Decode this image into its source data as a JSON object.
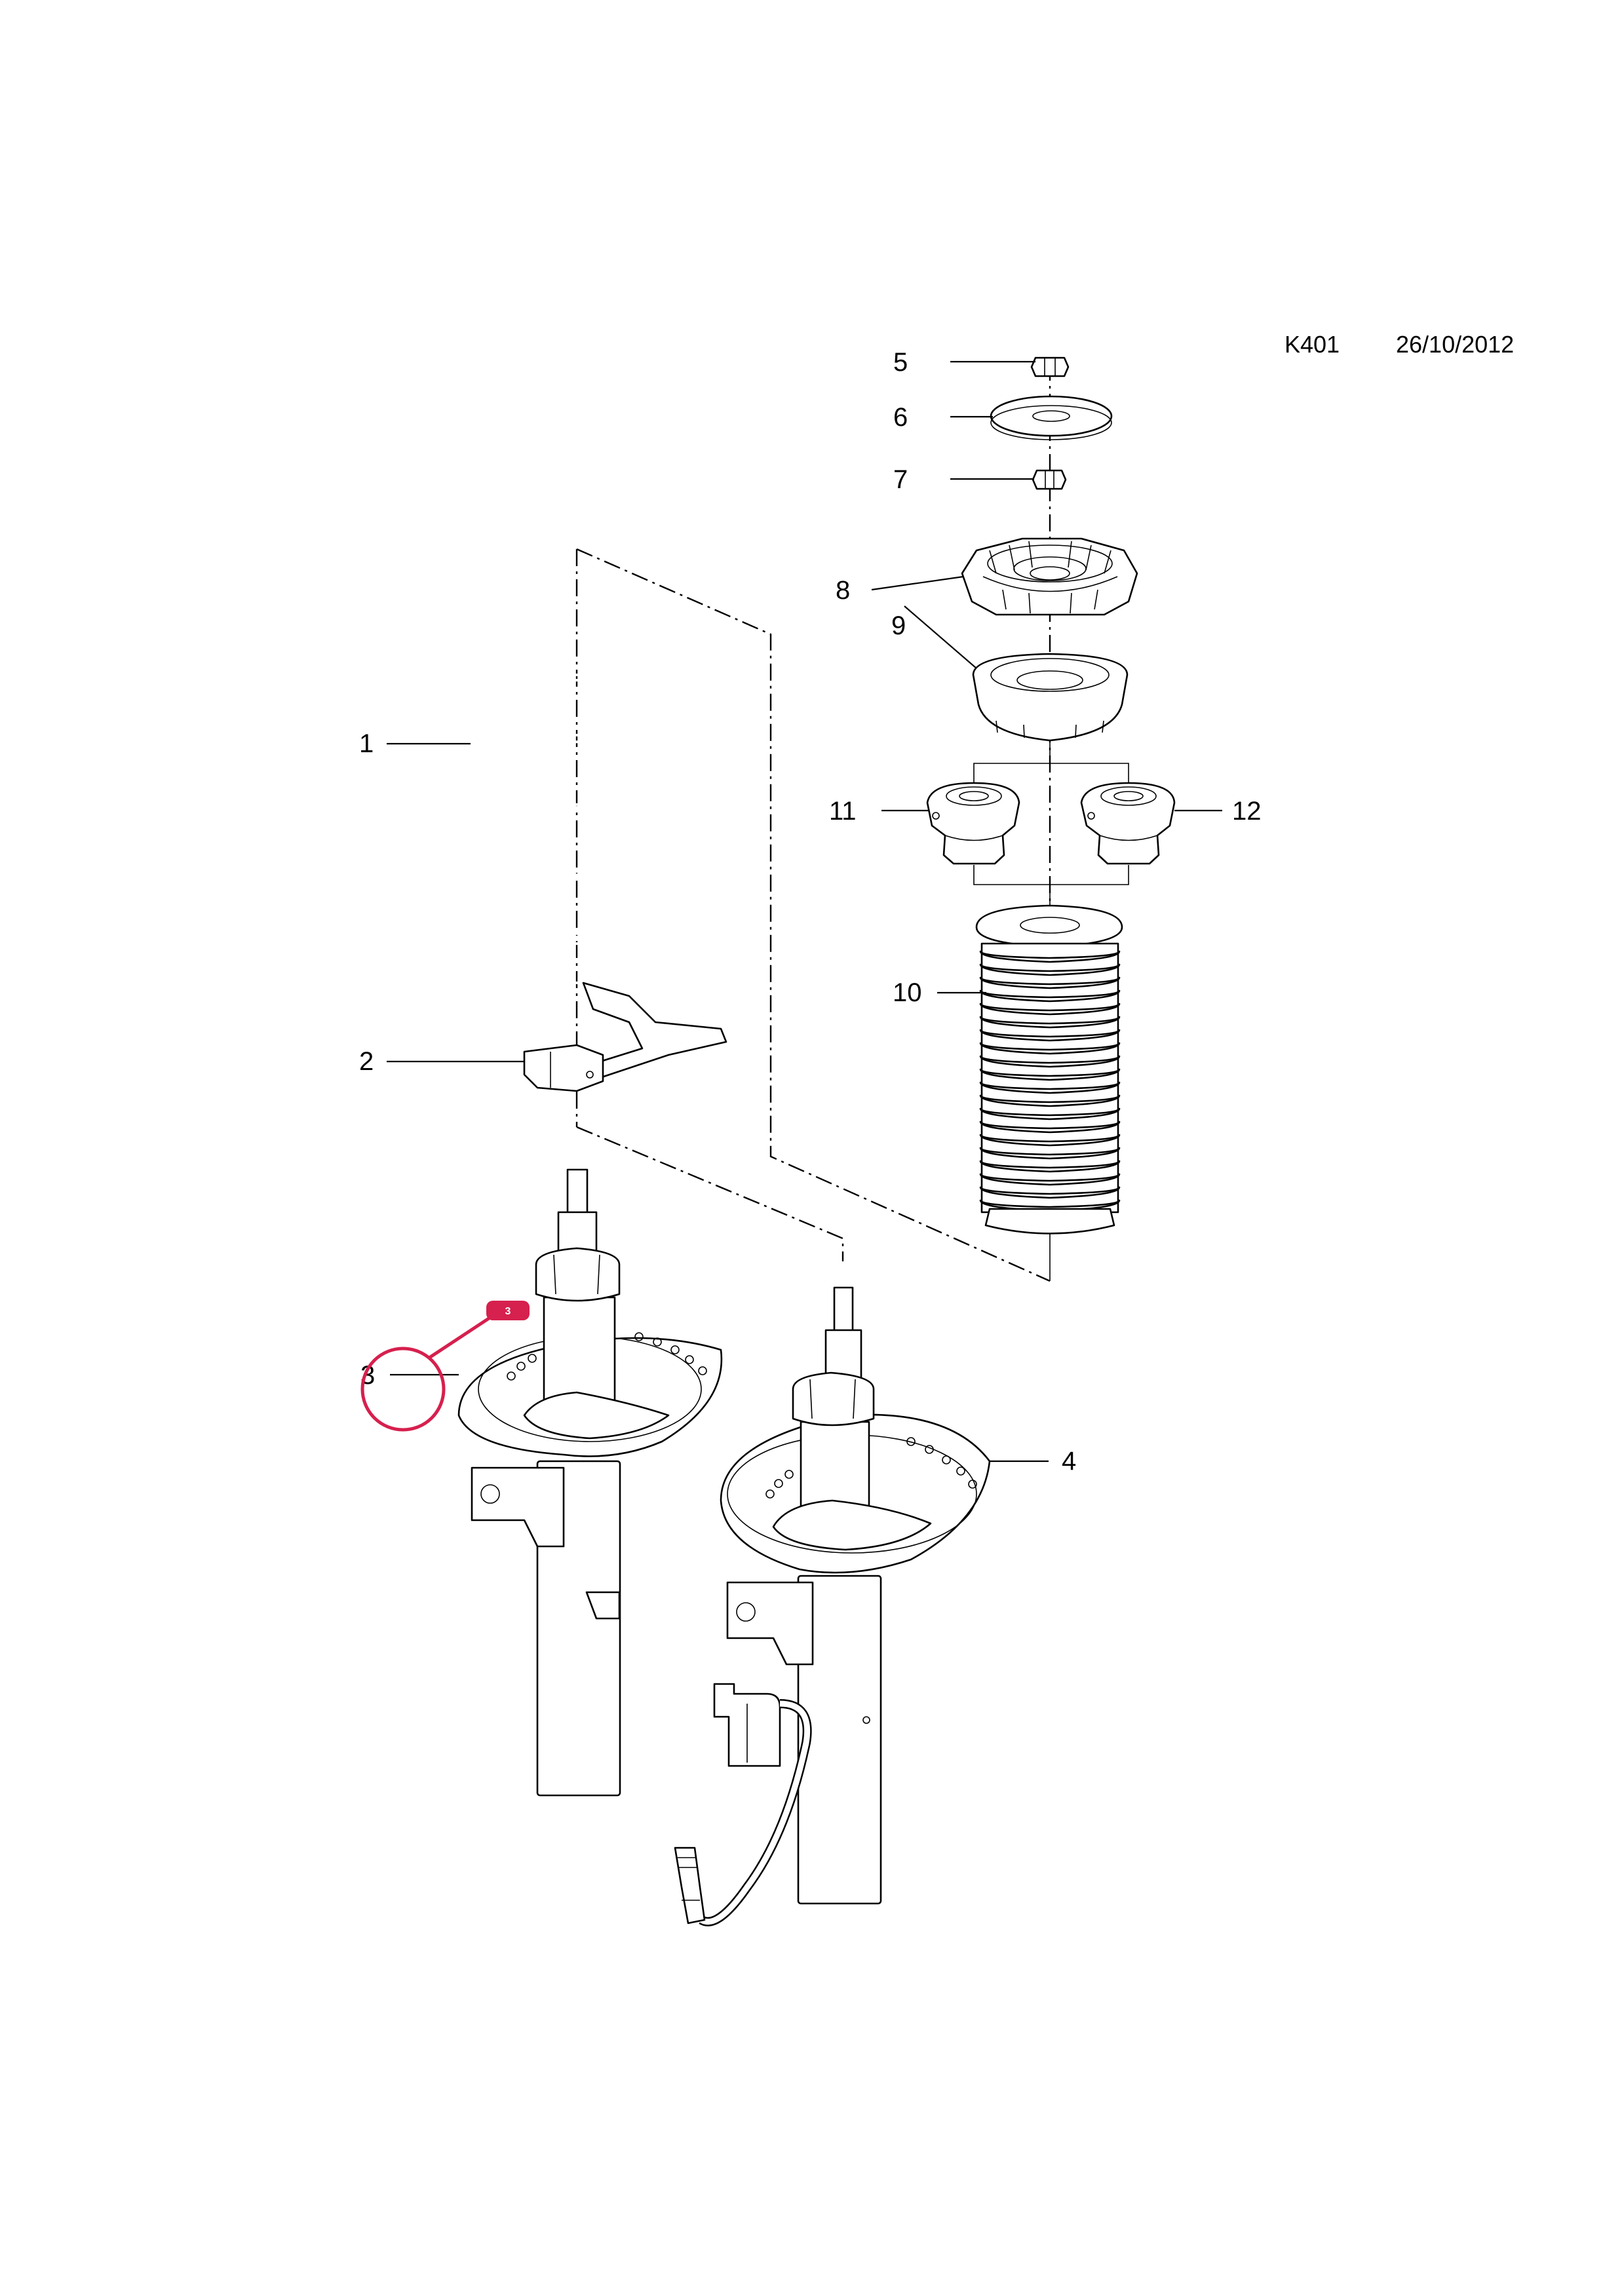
{
  "header": {
    "code": "K401",
    "date": "26/10/2012"
  },
  "callouts": {
    "c1": "1",
    "c2": "2",
    "c3": "3",
    "c4": "4",
    "c5": "5",
    "c6": "6",
    "c7": "7",
    "c8": "8",
    "c9": "9",
    "c10": "10",
    "c11": "11",
    "c12": "12"
  },
  "highlight": {
    "badge": "3",
    "color": "#d6204e"
  }
}
